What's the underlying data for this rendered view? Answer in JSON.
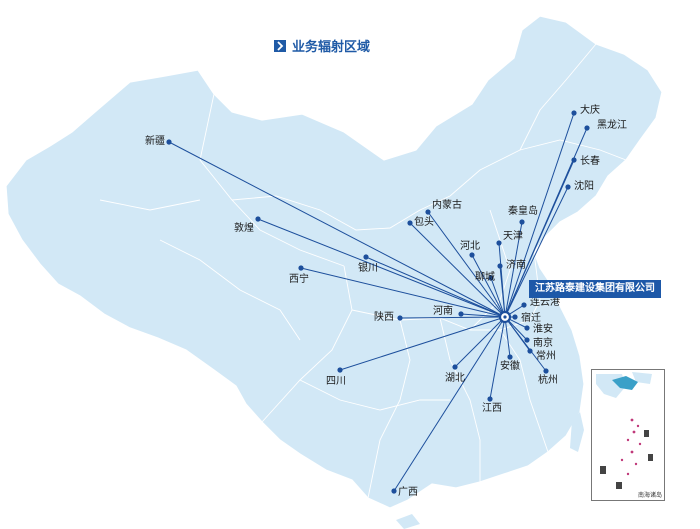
{
  "title": "业务辐射区域",
  "company": "江苏路泰建设集团有限公司",
  "inset_label": "南海诸岛",
  "colors": {
    "land": "#d2e8f6",
    "border": "#ffffff",
    "line": "#1d4f9c",
    "dot": "#1d4f9c",
    "accent": "#1f5aa6"
  },
  "hub": {
    "name": "江苏路泰建设集团有限公司"
  },
  "cities": [
    {
      "name": "新疆"
    },
    {
      "name": "敦煌"
    },
    {
      "name": "西宁"
    },
    {
      "name": "银川"
    },
    {
      "name": "包头"
    },
    {
      "name": "内蒙古"
    },
    {
      "name": "秦皇岛"
    },
    {
      "name": "天津"
    },
    {
      "name": "河北"
    },
    {
      "name": "济南"
    },
    {
      "name": "聊城"
    },
    {
      "name": "大庆"
    },
    {
      "name": "黑龙江"
    },
    {
      "name": "长春"
    },
    {
      "name": "沈阳"
    },
    {
      "name": "连云港"
    },
    {
      "name": "宿迁"
    },
    {
      "name": "淮安"
    },
    {
      "name": "南京"
    },
    {
      "name": "常州"
    },
    {
      "name": "杭州"
    },
    {
      "name": "安徽"
    },
    {
      "name": "江西"
    },
    {
      "name": "湖北"
    },
    {
      "name": "河南"
    },
    {
      "name": "陕西"
    },
    {
      "name": "四川"
    },
    {
      "name": "广西"
    }
  ]
}
